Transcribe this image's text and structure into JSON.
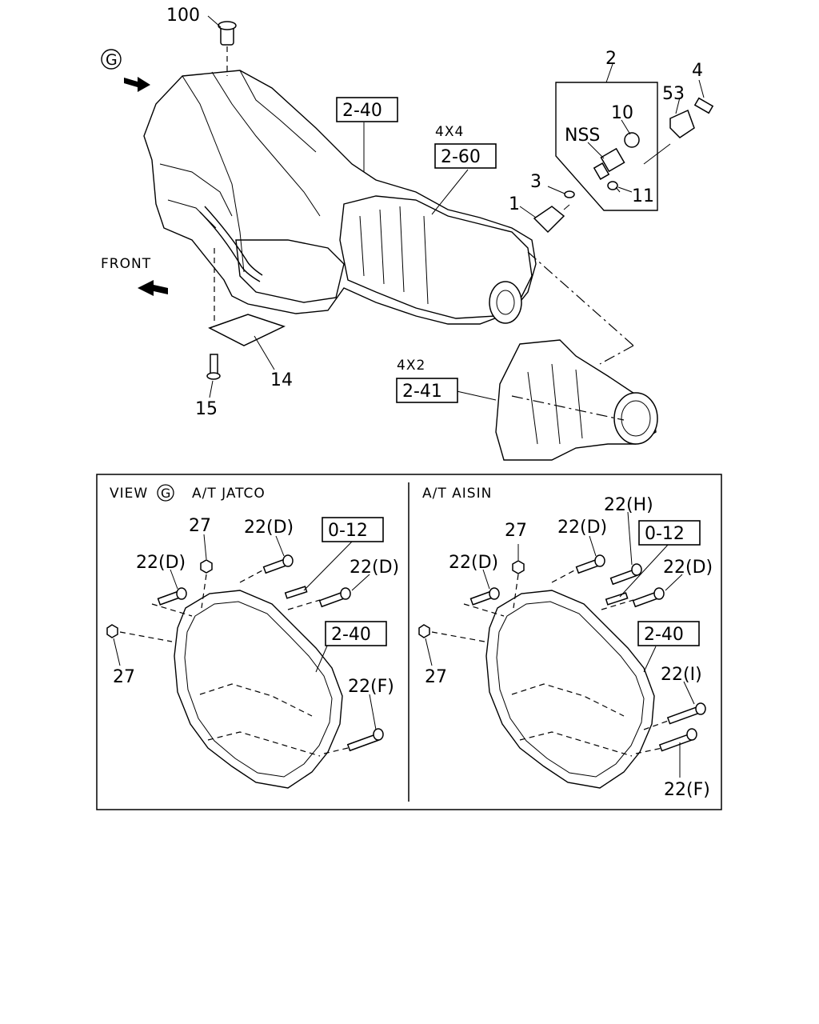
{
  "labels": {
    "p100": "100",
    "p2": "2",
    "p4": "4",
    "p53": "53",
    "p10": "10",
    "nss": "NSS",
    "p3": "3",
    "p1": "1",
    "p11": "11",
    "p14": "14",
    "p15": "15",
    "view_g": "G",
    "front": "FRONT",
    "ref_240": "2-40",
    "x4": "4X4",
    "ref_260": "2-60",
    "x2": "4X2",
    "ref_241": "2-41"
  },
  "panel_left": {
    "title": "VIEW",
    "title_g": "G",
    "title_rest": "A/T JATCO",
    "p27a": "27",
    "p22d_a": "22(D)",
    "ref_012": "0-12",
    "p22d_b": "22(D)",
    "p22d_c": "22(D)",
    "p27b": "27",
    "ref_240": "2-40",
    "p22f": "22(F)"
  },
  "panel_right": {
    "title": "A/T AISIN",
    "p22h": "22(H)",
    "p27a": "27",
    "p22d_a": "22(D)",
    "ref_012": "0-12",
    "p22d_b": "22(D)",
    "p22d_c": "22(D)",
    "p27b": "27",
    "ref_240": "2-40",
    "p22i": "22(I)",
    "p22f": "22(F)"
  }
}
